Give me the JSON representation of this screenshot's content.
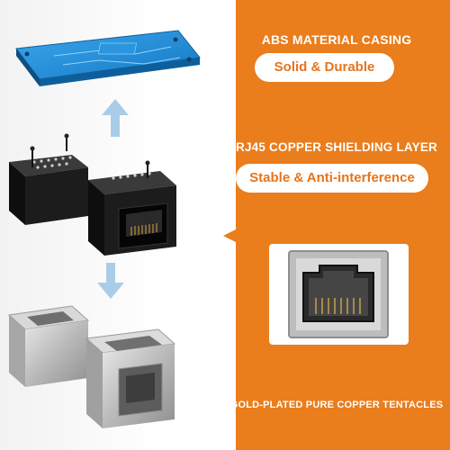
{
  "features": [
    {
      "title": "ABS MATERIAL CASING",
      "subtitle": "Solid & Durable"
    },
    {
      "title": "RJ45 COPPER SHIELDING LAYER",
      "subtitle": "Stable & Anti-interference"
    },
    {
      "title": "GOLD-PLATED PURE COPPER TENTACLES"
    }
  ],
  "colors": {
    "accent_orange": "#ea7d1c",
    "pill_text": "#e8731a",
    "pcb_blue": "#1e90dc",
    "casing_black": "#1a1a1a",
    "shield_silver": "#c8c8c8",
    "arrow_blue": "#a9cde8"
  },
  "icons": [
    "arrow-up-icon",
    "arrow-down-icon",
    "rj45-port-icon"
  ]
}
